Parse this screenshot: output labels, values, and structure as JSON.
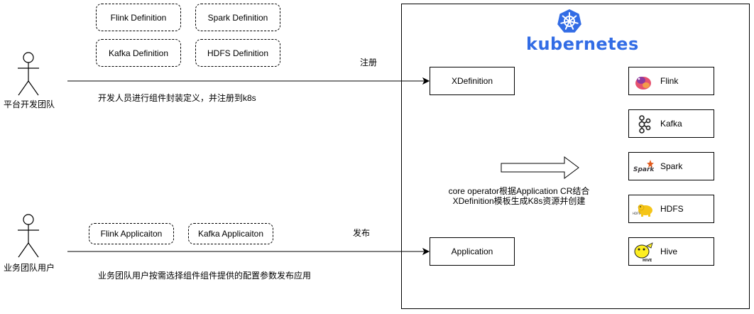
{
  "actors": {
    "platform_team": "平台开发团队",
    "business_team": "业务团队用户"
  },
  "definitions": {
    "flink": "Flink Definition",
    "spark": "Spark Definition",
    "kafka": "Kafka Definition",
    "hdfs": "HDFS Definition"
  },
  "applications": {
    "flink": "Flink Applicaiton",
    "kafka": "Kafka Applicaiton"
  },
  "arrows": {
    "register_label": "注册",
    "publish_label": "发布"
  },
  "descriptions": {
    "platform": "开发人员进行组件封装定义，并注册到k8s",
    "business": "业务团队用户按需选择组件组件提供的配置参数发布应用"
  },
  "cluster": {
    "name": "kubernetes",
    "xdefinition": "XDefinition",
    "application": "Application",
    "operator_note_line1": "core operator根据Application CR结合",
    "operator_note_line2": "XDefinition模板生成K8s资源并创建"
  },
  "components": [
    {
      "label": "Flink",
      "icon": "flink-icon"
    },
    {
      "label": "Kafka",
      "icon": "kafka-icon"
    },
    {
      "label": "Spark",
      "icon": "spark-icon"
    },
    {
      "label": "HDFS",
      "icon": "hdfs-icon"
    },
    {
      "label": "Hive",
      "icon": "hive-icon"
    }
  ],
  "colors": {
    "k8s_blue": "#326ce5",
    "line": "#000000"
  }
}
